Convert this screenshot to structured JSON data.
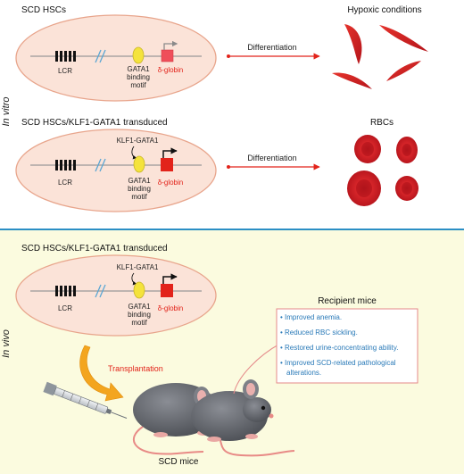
{
  "side_labels": {
    "in_vitro": "In vitro",
    "in_vivo": "In vivo"
  },
  "panel1": {
    "title": "SCD HSCs",
    "lcr": "LCR",
    "motif_line1": "GATA1",
    "motif_line2": "binding",
    "motif_line3": "motif",
    "gene": "δ-globin",
    "arrow_label": "Differentiation",
    "result_label": "Hypoxic conditions"
  },
  "panel2": {
    "title": "SCD HSCs/KLF1-GATA1 transduced",
    "factor": "KLF1-GATA1",
    "lcr": "LCR",
    "motif_line1": "GATA1",
    "motif_line2": "binding",
    "motif_line3": "motif",
    "gene": "δ-globin",
    "arrow_label": "Differentiation",
    "result_label": "RBCs"
  },
  "panel3": {
    "title": "SCD HSCs/KLF1-GATA1 transduced",
    "factor": "KLF1-GATA1",
    "lcr": "LCR",
    "motif_line1": "GATA1",
    "motif_line2": "binding",
    "motif_line3": "motif",
    "gene": "δ-globin",
    "transplant_label": "Transplantation",
    "mice_label": "SCD mice",
    "recipient_title": "Recipient mice",
    "outcomes": [
      {
        "line1": "Improved anemia.",
        "line2": ""
      },
      {
        "line1": "Reduced RBC sickling.",
        "line2": ""
      },
      {
        "line1": "Restored urine-concentrating ability.",
        "line2": ""
      },
      {
        "line1": "Improved SCD-related pathological",
        "line2": "alterations."
      }
    ]
  },
  "colors": {
    "cell_fill": "#fbe3d8",
    "cell_stroke": "#e8a58c",
    "invivo_bg": "#fbfbdf",
    "divider": "#2b8fc4",
    "red": "#e2231a",
    "gata_yellow": "#f4e33c",
    "outcome_blue": "#2a7ab8",
    "box_stroke": "#e58a8a"
  }
}
